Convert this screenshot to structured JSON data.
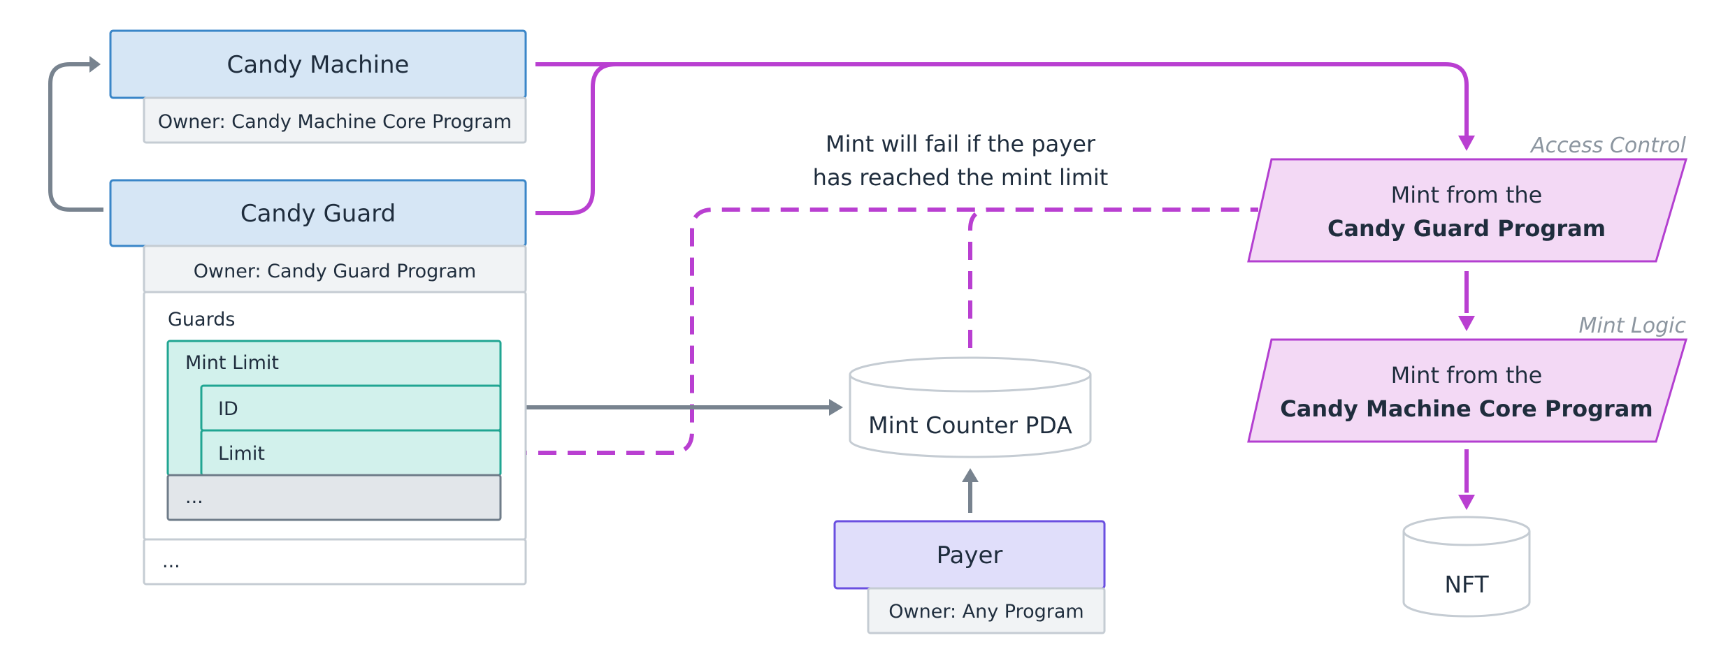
{
  "colors": {
    "account_fill": "#d6e6f5",
    "account_stroke": "#3a86c8",
    "owner_fill": "#f1f3f5",
    "owner_stroke": "#c5ccd3",
    "guard_fill": "#d2f1ec",
    "guard_stroke": "#20a592",
    "neutral_fill": "#e2e6ea",
    "neutral_stroke": "#6f7c89",
    "payer_fill": "#e0defa",
    "payer_stroke": "#6a4fe0",
    "process_fill": "#f3d9f5",
    "process_stroke": "#b33fd0",
    "flow_color": "#b93fd1",
    "arrow_gray": "#78838f",
    "text": "#1f2d3d",
    "label_gray": "#8c96a0"
  },
  "candy_machine": {
    "title": "Candy Machine",
    "owner": "Owner: Candy Machine Core Program"
  },
  "candy_guard": {
    "title": "Candy Guard",
    "owner": "Owner: Candy Guard Program",
    "guards_label": "Guards",
    "mint_limit": {
      "title": "Mint Limit",
      "fields": [
        "ID",
        "Limit"
      ]
    },
    "more_guards": "...",
    "more": "..."
  },
  "annotation": {
    "line1": "Mint will fail if the payer",
    "line2": "has reached the mint limit"
  },
  "mint_counter_pda": {
    "label": "Mint Counter PDA"
  },
  "payer": {
    "title": "Payer",
    "owner": "Owner: Any Program"
  },
  "access_control": {
    "tag": "Access Control",
    "line1": "Mint from the",
    "line2": "Candy Guard Program"
  },
  "mint_logic": {
    "tag": "Mint Logic",
    "line1": "Mint from the",
    "line2": "Candy Machine Core Program"
  },
  "nft": {
    "label": "NFT"
  }
}
